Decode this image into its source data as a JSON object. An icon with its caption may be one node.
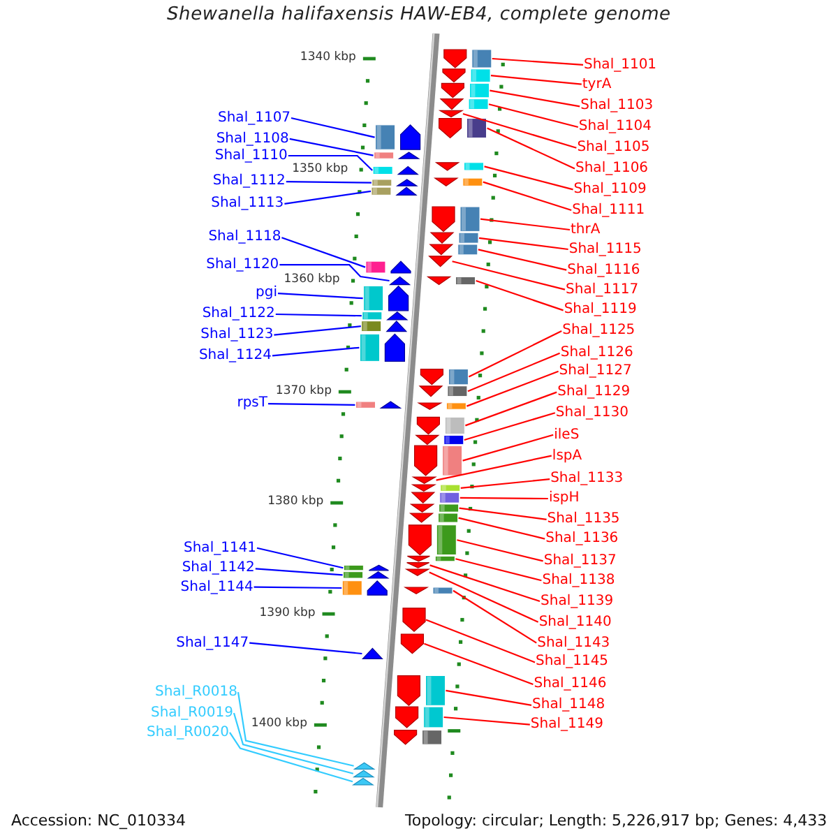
{
  "diagram": {
    "title": "Shewanella halifaxensis HAW-EB4, complete genome",
    "nodes": [
      {
        "text": [
          "Shal_1107"
        ]
      },
      {
        "text": [
          "Shal_1108"
        ]
      },
      {
        "text": [
          "Shal_1110"
        ]
      },
      {
        "text": [
          "Shal_1112"
        ]
      },
      {
        "text": [
          "Shal_1113"
        ]
      },
      {
        "text": [
          "Shal_1118"
        ]
      },
      {
        "text": [
          "Shal_1120"
        ]
      },
      {
        "text": [
          "pgi"
        ]
      },
      {
        "text": [
          "Shal_1122"
        ]
      },
      {
        "text": [
          "Shal_1123"
        ]
      },
      {
        "text": [
          "Shal_1124"
        ]
      },
      {
        "text": [
          "rpsT"
        ]
      },
      {
        "text": [
          "Shal_1141"
        ]
      },
      {
        "text": [
          "Shal_1142"
        ]
      },
      {
        "text": [
          "Shal_1144"
        ]
      },
      {
        "text": [
          "Shal_1147"
        ]
      },
      {
        "text": [
          "Shal_R0018"
        ]
      },
      {
        "text": [
          "Shal_R0019"
        ]
      },
      {
        "text": [
          "Shal_R0020"
        ]
      },
      {
        "text": [
          "Shal_1101"
        ]
      },
      {
        "text": [
          "tyrA"
        ]
      },
      {
        "text": [
          "Shal_1103"
        ]
      },
      {
        "text": [
          "Shal_1104"
        ]
      },
      {
        "text": [
          "Shal_1105"
        ]
      },
      {
        "text": [
          "Shal_1106"
        ]
      },
      {
        "text": [
          "Shal_1109"
        ]
      },
      {
        "text": [
          "Shal_1111"
        ]
      },
      {
        "text": [
          "thrA"
        ]
      },
      {
        "text": [
          "Shal_1115"
        ]
      },
      {
        "text": [
          "Shal_1116"
        ]
      },
      {
        "text": [
          "Shal_1117"
        ]
      },
      {
        "text": [
          "Shal_1119"
        ]
      },
      {
        "text": [
          "Shal_1125"
        ]
      },
      {
        "text": [
          "Shal_1126"
        ]
      },
      {
        "text": [
          "Shal_1127"
        ]
      },
      {
        "text": [
          "Shal_1129"
        ]
      },
      {
        "text": [
          "Shal_1130"
        ]
      },
      {
        "text": [
          "ileS"
        ]
      },
      {
        "text": [
          "lspA"
        ]
      },
      {
        "text": [
          "Shal_1133"
        ]
      },
      {
        "text": [
          "ispH"
        ]
      },
      {
        "text": [
          "Shal_1135"
        ]
      },
      {
        "text": [
          "Shal_1136"
        ]
      },
      {
        "text": [
          "Shal_1137"
        ]
      },
      {
        "text": [
          "Shal_1138"
        ]
      },
      {
        "text": [
          "Shal_1139"
        ]
      },
      {
        "text": [
          "Shal_1140"
        ]
      },
      {
        "text": [
          "Shal_1143"
        ]
      },
      {
        "text": [
          "Shal_1145"
        ]
      },
      {
        "text": [
          "Shal_1146"
        ]
      },
      {
        "text": [
          "Shal_1148"
        ]
      },
      {
        "text": [
          "Shal_1149"
        ]
      },
      {
        "text": [],
        "shape": "arrow"
      },
      {
        "text": [],
        "shape": "arrow"
      },
      {
        "text": [],
        "shape": "arrow"
      },
      {
        "text": [],
        "shape": "arrow"
      },
      {
        "text": [],
        "shape": "arrow"
      },
      {
        "text": [],
        "shape": "arrow"
      },
      {
        "text": [],
        "shape": "arrow"
      },
      {
        "text": [],
        "shape": "arrow"
      },
      {
        "text": [],
        "shape": "arrow"
      },
      {
        "text": [],
        "shape": "arrow"
      },
      {
        "text": [],
        "shape": "arrow"
      },
      {
        "text": [],
        "shape": "arrow"
      },
      {
        "text": [],
        "shape": "arrow"
      },
      {
        "text": [],
        "shape": "arrow"
      },
      {
        "text": [],
        "shape": "arrow"
      },
      {
        "text": [],
        "shape": "arrow"
      },
      {
        "text": [],
        "shape": "arrow"
      },
      {
        "text": [],
        "shape": "arrow"
      },
      {
        "text": [],
        "shape": "arrow"
      },
      {
        "text": [],
        "shape": "arrow"
      },
      {
        "text": [],
        "shape": "arrow"
      },
      {
        "text": [],
        "shape": "arrow"
      },
      {
        "text": [],
        "shape": "arrow"
      },
      {
        "text": [],
        "shape": "arrow"
      },
      {
        "text": [],
        "shape": "arrow"
      },
      {
        "text": [],
        "shape": "arrow"
      },
      {
        "text": [],
        "shape": "arrow"
      },
      {
        "text": [],
        "shape": "arrow"
      },
      {
        "text": [],
        "shape": "arrow"
      },
      {
        "text": [],
        "shape": "arrow"
      },
      {
        "text": [],
        "shape": "arrow"
      },
      {
        "text": [],
        "shape": "arrow"
      },
      {
        "text": [],
        "shape": "arrow"
      },
      {
        "text": [],
        "shape": "arrow"
      },
      {
        "text": [],
        "shape": "arrow"
      },
      {
        "text": [],
        "shape": "arrow"
      },
      {
        "text": [],
        "shape": "arrow"
      },
      {
        "text": [],
        "shape": "arrow"
      },
      {
        "text": [],
        "shape": "arrow"
      },
      {
        "text": [],
        "shape": "arrow"
      },
      {
        "text": [],
        "shape": "arrow"
      },
      {
        "text": [],
        "shape": "arrow"
      },
      {
        "text": [],
        "shape": "arrow"
      },
      {
        "text": [],
        "shape": "arrow"
      },
      {
        "text": [],
        "shape": "arrow"
      },
      {
        "text": [],
        "shape": "arrow"
      },
      {
        "text": [],
        "shape": "arrow"
      },
      {
        "text": [],
        "shape": "arrow"
      },
      {
        "text": [],
        "shape": "arrow"
      },
      {
        "text": [],
        "shape": "arrow"
      },
      {
        "text": [],
        "shape": "arrow"
      },
      {
        "text": [],
        "shape": "arrow"
      },
      {
        "text": [],
        "shape": "arrow"
      }
    ],
    "edges": [
      {
        "from": 0,
        "to": 52,
        "arrow": "none",
        "color": "#0000ff"
      },
      {
        "from": 1,
        "to": 53,
        "arrow": "none",
        "color": "#0000ff"
      },
      {
        "from": 2,
        "to": 54,
        "arrow": "none",
        "color": "#0000ff"
      },
      {
        "from": 3,
        "to": 55,
        "arrow": "none",
        "color": "#0000ff"
      },
      {
        "from": 4,
        "to": 56,
        "arrow": "none",
        "color": "#0000ff"
      },
      {
        "from": 5,
        "to": 57,
        "arrow": "none",
        "color": "#0000ff"
      },
      {
        "from": 6,
        "to": 58,
        "arrow": "none",
        "color": "#0000ff"
      },
      {
        "from": 7,
        "to": 59,
        "arrow": "none",
        "color": "#0000ff"
      },
      {
        "from": 8,
        "to": 60,
        "arrow": "none",
        "color": "#0000ff"
      },
      {
        "from": 9,
        "to": 61,
        "arrow": "none",
        "color": "#0000ff"
      },
      {
        "from": 10,
        "to": 62,
        "arrow": "none",
        "color": "#0000ff"
      },
      {
        "from": 11,
        "to": 63,
        "arrow": "none",
        "color": "#0000ff"
      },
      {
        "from": 12,
        "to": 64,
        "arrow": "none",
        "color": "#0000ff"
      },
      {
        "from": 13,
        "to": 65,
        "arrow": "none",
        "color": "#0000ff"
      },
      {
        "from": 14,
        "to": 66,
        "arrow": "none",
        "color": "#0000ff"
      },
      {
        "from": 15,
        "to": 67,
        "arrow": "none",
        "color": "#0000ff"
      },
      {
        "from": 16,
        "to": 68,
        "arrow": "none",
        "color": "#33ccff"
      },
      {
        "from": 17,
        "to": 69,
        "arrow": "none",
        "color": "#33ccff"
      },
      {
        "from": 18,
        "to": 70,
        "arrow": "none",
        "color": "#33ccff"
      },
      {
        "from": 19,
        "to": 71,
        "arrow": "none"
      },
      {
        "from": 20,
        "to": 72,
        "arrow": "none"
      },
      {
        "from": 21,
        "to": 73,
        "arrow": "none"
      },
      {
        "from": 22,
        "to": 74,
        "arrow": "none"
      },
      {
        "from": 23,
        "to": 75,
        "arrow": "none"
      },
      {
        "from": 24,
        "to": 76,
        "arrow": "none"
      },
      {
        "from": 25,
        "to": 77,
        "arrow": "none"
      },
      {
        "from": 26,
        "to": 78,
        "arrow": "none"
      },
      {
        "from": 27,
        "to": 79,
        "arrow": "none"
      },
      {
        "from": 28,
        "to": 80,
        "arrow": "none"
      },
      {
        "from": 29,
        "to": 81,
        "arrow": "none"
      },
      {
        "from": 30,
        "to": 82,
        "arrow": "none"
      },
      {
        "from": 31,
        "to": 83,
        "arrow": "none"
      },
      {
        "from": 32,
        "to": 84,
        "arrow": "none"
      },
      {
        "from": 33,
        "to": 85,
        "arrow": "none"
      },
      {
        "from": 34,
        "to": 86,
        "arrow": "none"
      },
      {
        "from": 35,
        "to": 87,
        "arrow": "none"
      },
      {
        "from": 36,
        "to": 88,
        "arrow": "none"
      },
      {
        "from": 37,
        "to": 89,
        "arrow": "none"
      },
      {
        "from": 38,
        "to": 90,
        "arrow": "none"
      },
      {
        "from": 39,
        "to": 91,
        "arrow": "none"
      },
      {
        "from": 40,
        "to": 92,
        "arrow": "none"
      },
      {
        "from": 41,
        "to": 93,
        "arrow": "none"
      },
      {
        "from": 42,
        "to": 94,
        "arrow": "none"
      },
      {
        "from": 43,
        "to": 95,
        "arrow": "none"
      },
      {
        "from": 44,
        "to": 96,
        "arrow": "none"
      },
      {
        "from": 45,
        "to": 97,
        "arrow": "none"
      },
      {
        "from": 46,
        "to": 98,
        "arrow": "none"
      },
      {
        "from": 47,
        "to": 99,
        "arrow": "none"
      },
      {
        "from": 48,
        "to": 100,
        "arrow": "none"
      },
      {
        "from": 49,
        "to": 101,
        "arrow": "none"
      },
      {
        "from": 50,
        "to": 102,
        "arrow": "none"
      },
      {
        "from": 51,
        "to": 103,
        "arrow": "none"
      }
    ],
    "labels": [
      "1340 kbp",
      "1350 kbp",
      "1360 kbp",
      "1370 kbp",
      "1380 kbp",
      "1390 kbp",
      "1400 kbp",
      "Accession: NC_010334",
      "Topology: circular; Length: 5,226,917 bp; Genes: 4,433"
    ]
  }
}
